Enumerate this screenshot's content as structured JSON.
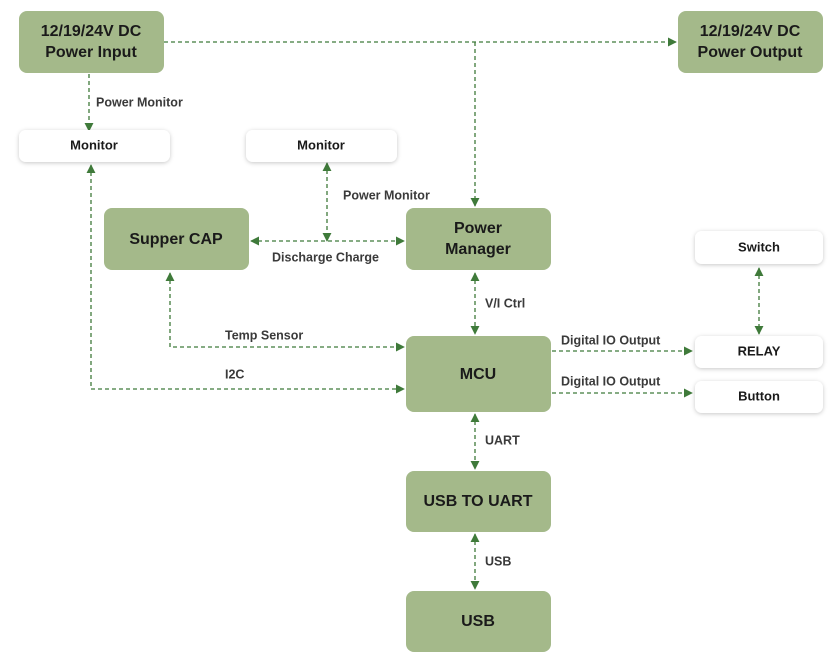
{
  "nodes": {
    "power_input": [
      "12/19/24V DC",
      "Power Input"
    ],
    "power_output": [
      "12/19/24V DC",
      "Power Output"
    ],
    "monitor_left": "Monitor",
    "monitor_mid": "Monitor",
    "supper_cap": "Supper CAP",
    "power_manager": [
      "Power",
      "Manager"
    ],
    "switch": "Switch",
    "mcu": "MCU",
    "relay": "RELAY",
    "button": "Button",
    "usb_to_uart": "USB TO UART",
    "usb": "USB"
  },
  "edges": {
    "power_monitor_left": "Power Monitor",
    "power_monitor_mid": "Power Monitor",
    "discharge_charge": "Discharge Charge",
    "vi_ctrl": "V/I Ctrl",
    "temp_sensor": "Temp Sensor",
    "i2c": "I2C",
    "digital_io_1": "Digital IO Output",
    "digital_io_2": "Digital IO Output",
    "uart": "UART",
    "usb": "USB"
  },
  "colors": {
    "block_fill": "#a4b98a",
    "card_fill": "#ffffff",
    "connector": "#3f7a3a",
    "text": "#1a1a1a"
  }
}
